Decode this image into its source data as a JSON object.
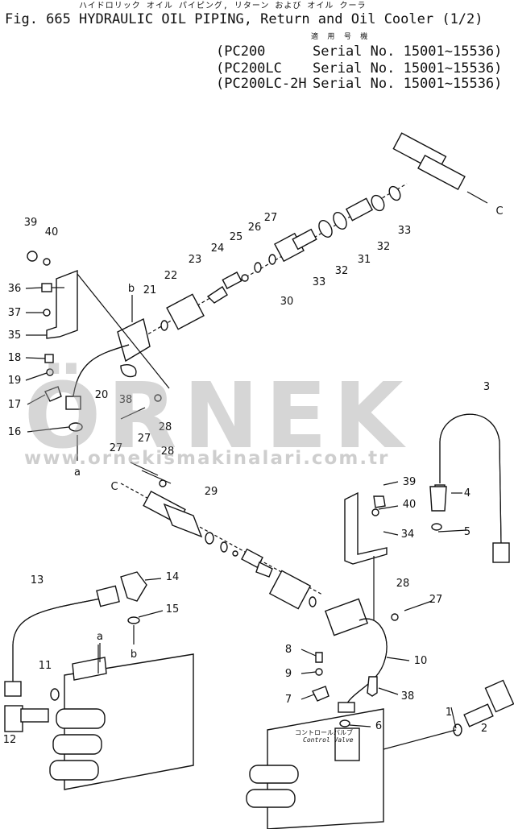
{
  "header": {
    "title_jp": "ハイドロリック オイル パイピング, リターン および オイル クーラ",
    "fig_no": "Fig. 665",
    "title": "HYDRAULIC OIL PIPING, Return and Oil Cooler (1/2)",
    "product_label_jp": "適 用 号 機",
    "serials": [
      {
        "model": "(PC200",
        "serial": "Serial No. 15001~15536)"
      },
      {
        "model": "(PC200LC",
        "serial": "Serial No. 15001~15536)"
      },
      {
        "model": "(PC200LC-2H",
        "serial": "Serial No. 15001~15536)"
      }
    ]
  },
  "watermark": {
    "logo": "ÖRNEK",
    "url": "www.ornekismakinalari.com.tr"
  },
  "callouts": [
    "1",
    "2",
    "3",
    "4",
    "5",
    "6",
    "7",
    "8",
    "9",
    "10",
    "11",
    "12",
    "13",
    "14",
    "15",
    "16",
    "17",
    "18",
    "19",
    "20",
    "21",
    "22",
    "23",
    "24",
    "25",
    "26",
    "27",
    "28",
    "29",
    "30",
    "31",
    "32",
    "33",
    "34",
    "35",
    "36",
    "37",
    "38",
    "39",
    "40"
  ],
  "refs": {
    "a": "a",
    "b": "b",
    "c": "C"
  },
  "control_valve": {
    "label_jp": "コントロールバルブ",
    "label": "Control Valve"
  }
}
